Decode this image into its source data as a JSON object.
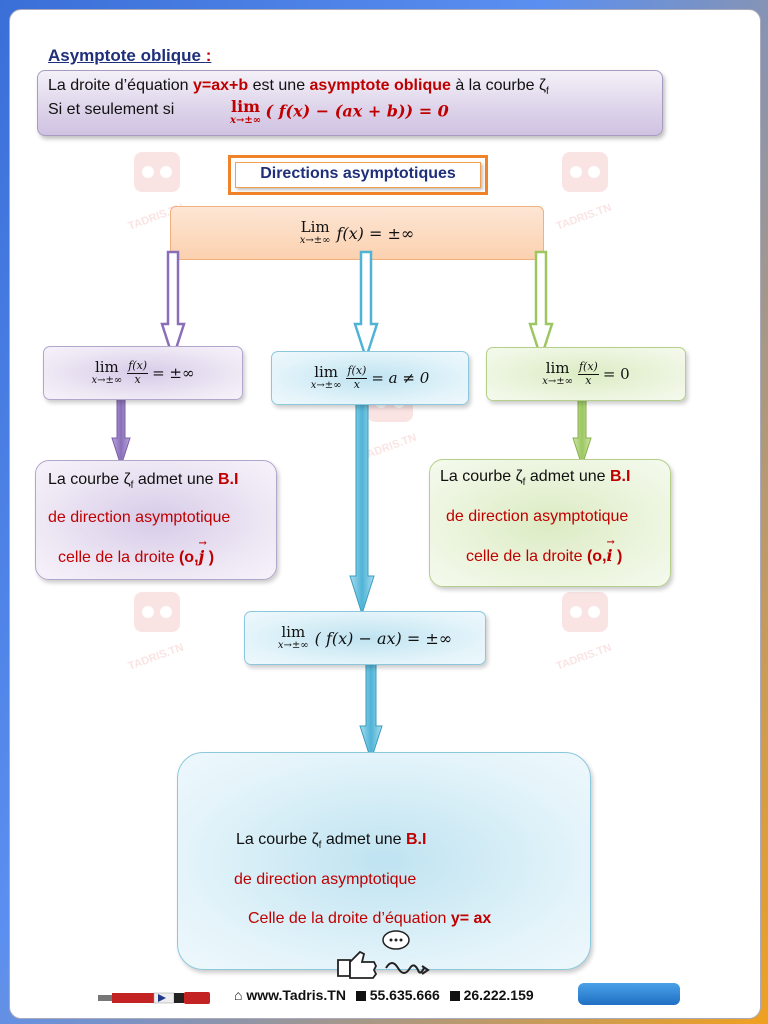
{
  "section": {
    "title": "Asymptote oblique",
    "colon": ":"
  },
  "definition": {
    "line1_a": "La droite d’équation ",
    "line1_eq": "y=ax+b",
    "line1_b": " est une ",
    "line1_term": "asymptote oblique",
    "line1_c": " à la courbe ζ",
    "line1_sub": "f",
    "line2_a": "Si et seulement si",
    "line2_lim": "lim",
    "line2_under": "x→±∞",
    "line2_expr": "( f(x) − (ax + b)) = 0"
  },
  "directions": {
    "title": "Directions asymptotiques"
  },
  "top_condition": {
    "lim": "Lim",
    "under": "x→±∞",
    "expr": "f(x) = ±∞"
  },
  "cases": [
    {
      "lim": "lim",
      "under": "x→±∞",
      "num": "f(x)",
      "den": "x",
      "rhs": "= ±∞",
      "result": {
        "l1_a": "La courbe ζ",
        "l1_sub": "f",
        "l1_b": " admet une ",
        "l1_bi": "B.I",
        "l2": "de direction asymptotique",
        "l3_a": "celle de la droite ",
        "l3_b": "(o,",
        "l3_vec": "j",
        "l3_c": " )"
      }
    },
    {
      "lim": "lim",
      "under": "x→±∞",
      "num": "f(x)",
      "den": "x",
      "rhs": "= a ≠ 0"
    },
    {
      "lim": "lim",
      "under": "x→±∞",
      "num": "f(x)",
      "den": "x",
      "rhs": "= 0",
      "result": {
        "l1_a": "La courbe ζ",
        "l1_sub": "f",
        "l1_b": " admet une ",
        "l1_bi": "B.I",
        "l2": "de direction asymptotique",
        "l3_a": "celle de la droite ",
        "l3_b": "(o,",
        "l3_vec": "i",
        "l3_c": " )"
      }
    }
  ],
  "second_condition": {
    "lim": "lim",
    "under": "x→±∞",
    "expr": "( f(x) − ax) = ±∞"
  },
  "final_result": {
    "l1_a": "La courbe ζ",
    "l1_sub": "f",
    "l1_b": " admet une ",
    "l1_bi": "B.I",
    "l2": "de direction asymptotique",
    "l3_a": "Celle de la droite d’équation ",
    "l3_b": "y= ax"
  },
  "footer": {
    "site": "www.Tadris.TN",
    "phone1": "55.635.666",
    "phone2": "26.222.159"
  },
  "watermark": "TADRIS.TN",
  "colors": {
    "accent_red": "#c00000",
    "title_navy": "#1f2f7a",
    "purple_arrow": "#8a6fb8",
    "blue_arrow": "#4fb3d6",
    "green_arrow": "#9cc760",
    "orange_border": "#f0822a"
  }
}
